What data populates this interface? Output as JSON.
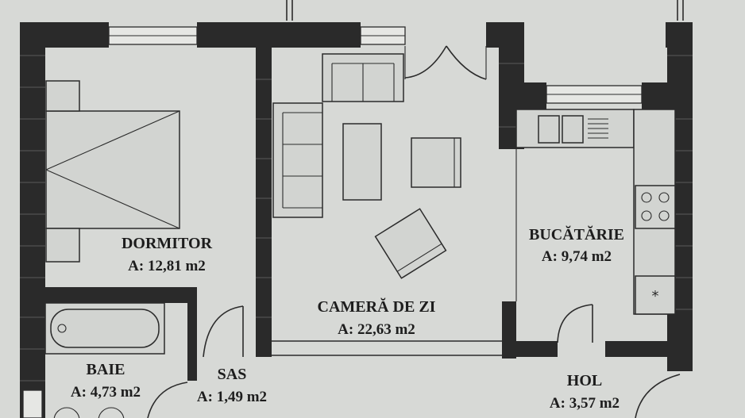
{
  "rooms": {
    "dormitor": {
      "name": "DORMITOR",
      "area": "A: 12,81 m2"
    },
    "camera_de_zi": {
      "name": "CAMERĂ DE ZI",
      "area": "A: 22,63 m2"
    },
    "bucatarie": {
      "name": "BUCĂTĂRIE",
      "area": "A: 9,74 m2"
    },
    "baie": {
      "name": "BAIE",
      "area": "A: 4,73 m2"
    },
    "sas": {
      "name": "SAS",
      "area": "A: 1,49 m2"
    },
    "hol": {
      "name": "HOL",
      "area": "A: 3,57 m2"
    }
  },
  "colors": {
    "paper": "#d7d9d6",
    "wall": "#2a2a2a",
    "ink": "#1d1d1d"
  }
}
